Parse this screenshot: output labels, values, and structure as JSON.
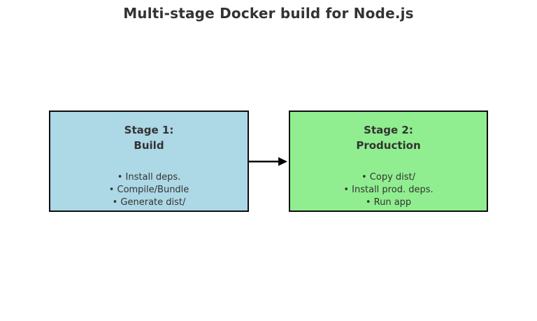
{
  "title": "Multi-stage Docker build for Node.js",
  "diagram": {
    "stages": [
      {
        "heading_line1": "Stage 1:",
        "heading_line2": "Build",
        "bullets": [
          "• Install deps.",
          "• Compile/Bundle",
          "• Generate dist/"
        ],
        "fill": "#add8e6"
      },
      {
        "heading_line1": "Stage 2:",
        "heading_line2": "Production",
        "bullets": [
          "• Copy dist/",
          "• Install prod. deps.",
          "• Run app"
        ],
        "fill": "#90ee90"
      }
    ],
    "arrow": {
      "direction": "right",
      "from": "Stage 1: Build",
      "to": "Stage 2: Production"
    },
    "colors": {
      "stage1_fill": "#add8e6",
      "stage2_fill": "#90ee90",
      "box_border": "#000000",
      "arrow": "#000000",
      "text": "#333333",
      "background": "#ffffff"
    }
  }
}
